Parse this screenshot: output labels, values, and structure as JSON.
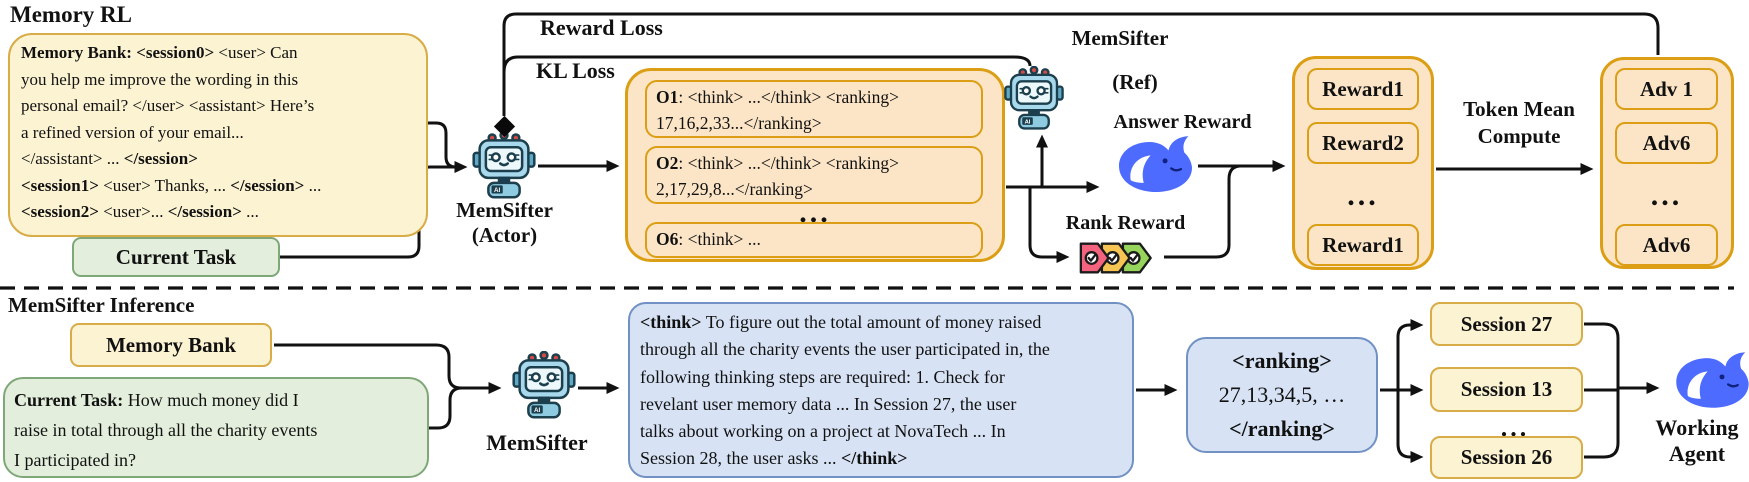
{
  "colors": {
    "yellow_fill": "#FBF3D2",
    "yellow_border": "#D8AC47",
    "green_fill": "#E3EFDC",
    "green_border": "#7EA878",
    "orange_fill": "#FBE5C6",
    "orange_border": "#DB9E14",
    "blue_fill": "#D7E3F5",
    "blue_border": "#7191C4",
    "line": "#111111",
    "whale_blue": "#4D6BFE",
    "tag_red": "#F4637E",
    "tag_yellow": "#F6C453",
    "tag_green": "#97D45B",
    "robot_body": "#A8D8EB",
    "robot_outline": "#1C3F4E",
    "antenna_red": "#D24B45"
  },
  "icons": {
    "robot": "robot-icon",
    "whale": "whale-icon",
    "rank_tags": "rank-tags-icon",
    "diamond": "diamond-junction-icon"
  },
  "rl": {
    "title": "Memory RL",
    "memory_bank": {
      "lines": [
        "**Memory Bank: <session0>** <user> Can",
        "you help me improve the wording in this",
        "personal email? </user> <assistant> Here’s",
        "a refined version of your email...",
        "</assistant> ... **</session>**",
        "**<session1>** <user> Thanks, ... **</session>** ...",
        "**<session2>** <user>... **</session>** ..."
      ]
    },
    "current_task_label": "Current Task",
    "actor_label_line1": "MemSifter",
    "actor_label_line2": "(Actor)",
    "reward_loss_label": "Reward Loss",
    "kl_loss_label": "KL Loss",
    "outputs": {
      "o1_line1": "**O1**: <think> ...</think> <ranking>",
      "o1_line2": "17,16,2,33...</ranking>",
      "o2_line1": "**O2**: <think> ...</think> <ranking>",
      "o2_line2": "2,17,29,8...</ranking>",
      "dots": "...",
      "o6_line1": "**O6**: <think> ..."
    },
    "ref_label_line1": "MemSifter",
    "ref_label_line2": "(Ref)",
    "answer_reward_label": "Answer Reward",
    "rank_reward_label": "Rank Reward",
    "rewards": {
      "items": [
        "Reward1",
        "Reward2",
        "...",
        "Reward1"
      ]
    },
    "token_mean_line1": "Token Mean",
    "token_mean_line2": "Compute",
    "advantages": {
      "items": [
        "Adv 1",
        "Adv6",
        "...",
        "Adv6"
      ]
    }
  },
  "inference": {
    "title": "MemSifter Inference",
    "memory_bank_label": "Memory Bank",
    "current_task": {
      "lines": [
        "**Current Task:** How much money did I",
        "raise in total through all the charity events",
        "I participated in?"
      ]
    },
    "model_label": "MemSifter",
    "think": {
      "lines": [
        "**<think>** To figure out the total amount of money raised",
        "through all the charity events the user participated in, the",
        "following thinking steps are required: 1. Check for",
        "revelant user memory data ... In Session 27, the user",
        "talks about working on a project at NovaTech ... In",
        "Session 28, the user asks ... **</think>**"
      ]
    },
    "ranking": {
      "line1": "**<ranking>**",
      "line2": "27,13,34,5, …",
      "line3": "**</ranking>**"
    },
    "sessions": [
      "Session 27",
      "Session 13",
      "...",
      "Session 26"
    ],
    "working_agent_line1": "Working",
    "working_agent_line2": "Agent"
  }
}
